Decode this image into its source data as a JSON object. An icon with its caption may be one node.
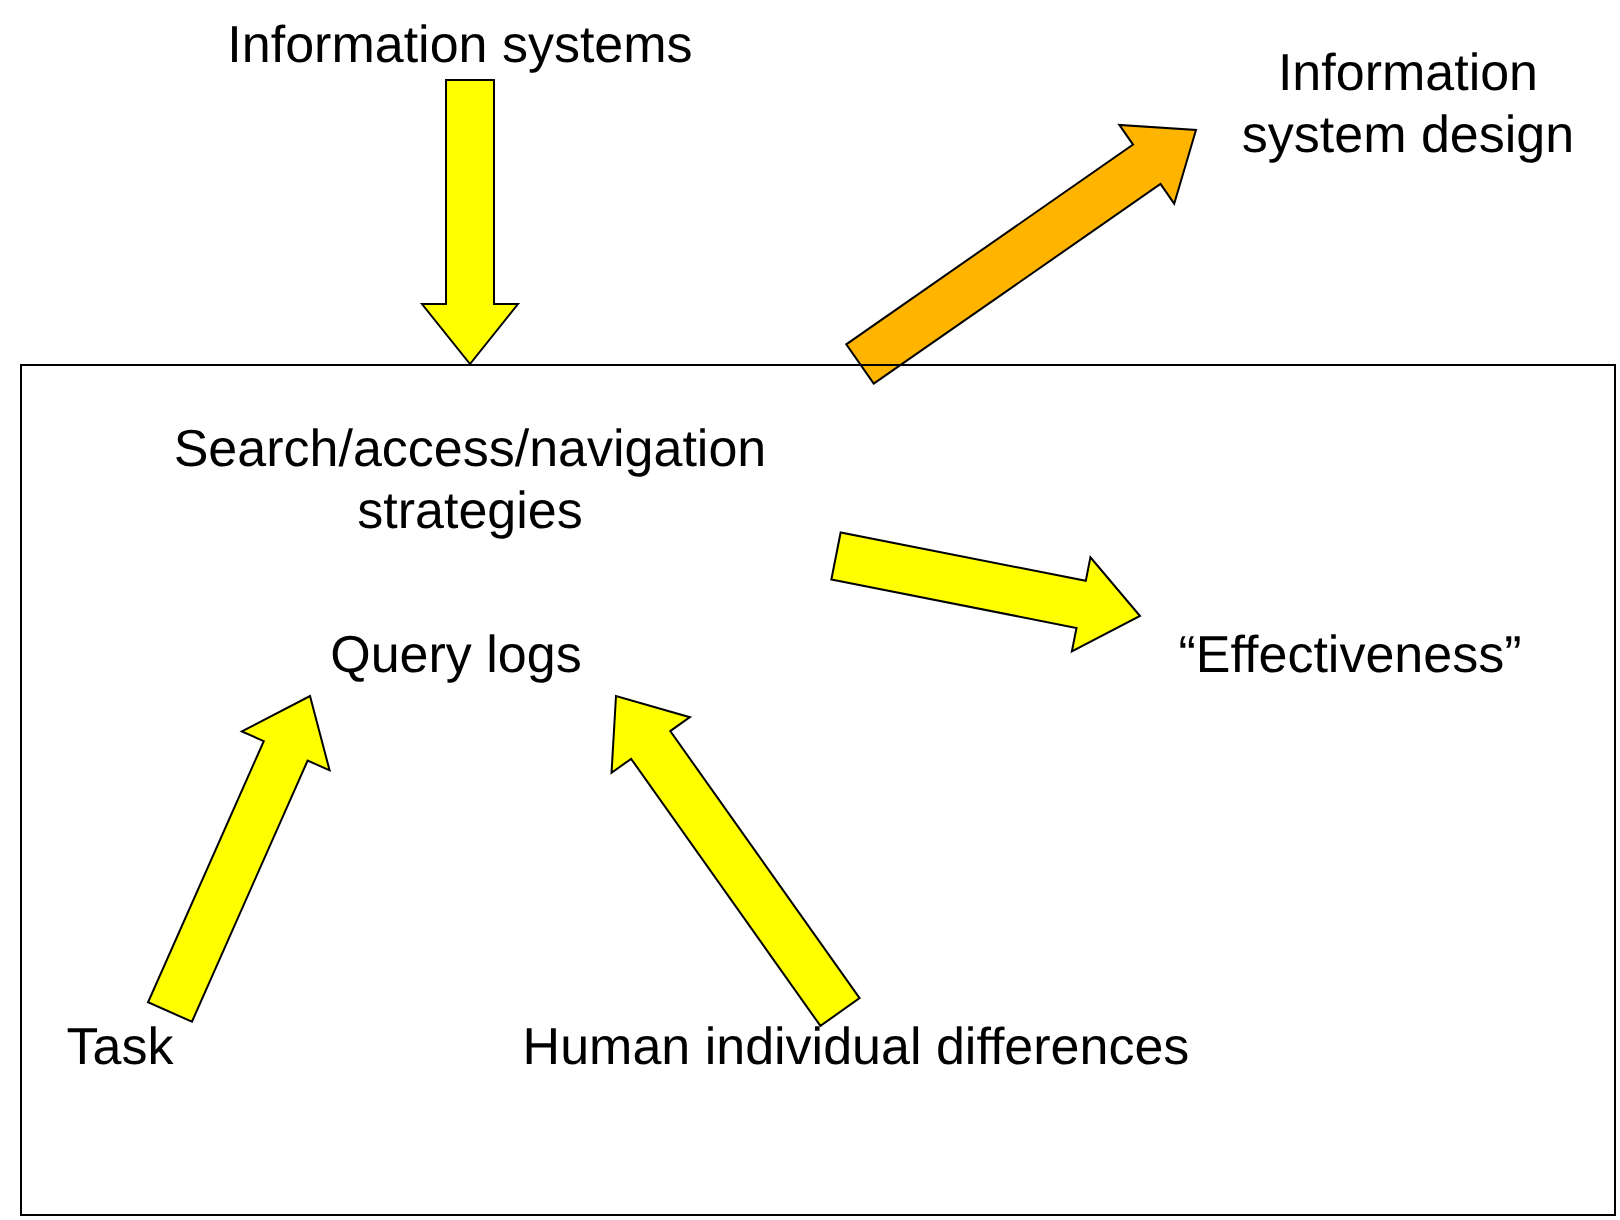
{
  "diagram": {
    "nodes": [
      {
        "text": [
          "Information systems"
        ]
      },
      {
        "text": [
          "Information system design"
        ]
      },
      {
        "text": [],
        "shape": "box"
      },
      {
        "text": [
          "Search/access/navigation strategies"
        ],
        "in": 2
      },
      {
        "text": [
          "Query logs"
        ],
        "in": 2
      },
      {
        "text": [
          "“Effectiveness”"
        ],
        "in": 2
      },
      {
        "text": [
          "Task"
        ],
        "in": 2
      },
      {
        "text": [
          "Human individual differences"
        ],
        "in": 2
      }
    ],
    "edges": [
      {
        "from": 0,
        "to": 2,
        "arrow": "to"
      },
      {
        "from": 2,
        "to": 1,
        "arrow": "to",
        "color": "#ffb400"
      },
      {
        "from": 3,
        "to": 5,
        "arrow": "to"
      },
      {
        "from": 6,
        "to": 4,
        "arrow": "to"
      },
      {
        "from": 7,
        "to": 4,
        "arrow": "to"
      }
    ]
  }
}
